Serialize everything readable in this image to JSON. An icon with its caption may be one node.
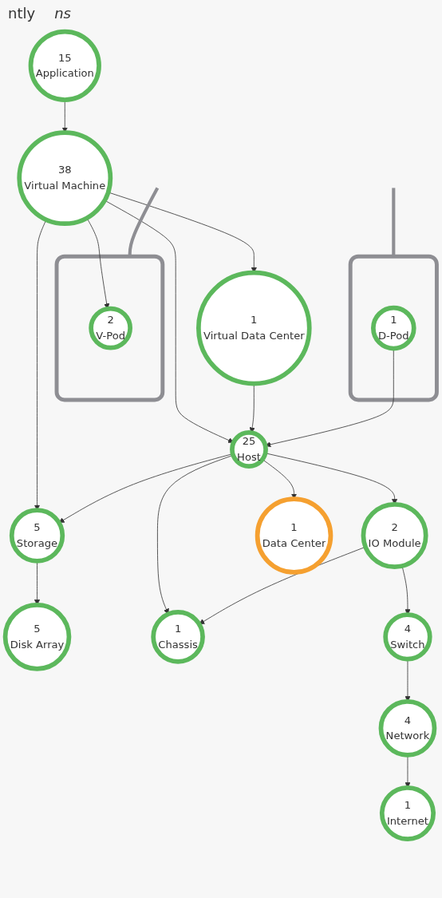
{
  "diagram": {
    "nodes": [
      {
        "text": [
          "15",
          "Application"
        ]
      },
      {
        "text": [
          "38",
          "Virtual Machine"
        ]
      },
      {
        "text": [],
        "shape": "box"
      },
      {
        "text": [
          "2",
          "V-Pod"
        ],
        "in": 2
      },
      {
        "text": [
          "1",
          "Virtual Data Center"
        ]
      },
      {
        "text": [],
        "shape": "box"
      },
      {
        "text": [
          "1",
          "D-Pod"
        ],
        "in": 5
      },
      {
        "text": [
          "5",
          "Storage"
        ]
      },
      {
        "text": [
          "25",
          "Host"
        ]
      },
      {
        "text": [
          "2",
          "IO Module"
        ]
      },
      {
        "text": [
          "5",
          "Disk Array"
        ]
      },
      {
        "text": [
          "1",
          "Chassis"
        ]
      },
      {
        "text": [
          "4",
          "Switch"
        ]
      },
      {
        "text": [
          "1",
          "Data Center"
        ]
      },
      {
        "text": [
          "4",
          "Network"
        ]
      },
      {
        "text": [
          "1",
          "Internet"
        ]
      }
    ],
    "edges": [
      {
        "from": 0,
        "to": 1,
        "arrow": "to"
      },
      {
        "from": 1,
        "to": 3,
        "arrow": "to"
      },
      {
        "from": 1,
        "to": 7,
        "arrow": "to"
      },
      {
        "from": 1,
        "to": 4,
        "arrow": "to"
      },
      {
        "from": 1,
        "to": 8,
        "arrow": "to"
      },
      {
        "from": 4,
        "to": 8,
        "arrow": "to"
      },
      {
        "from": 6,
        "to": 8,
        "arrow": "to"
      },
      {
        "from": 8,
        "to": 7,
        "arrow": "to"
      },
      {
        "from": 8,
        "to": 9,
        "arrow": "to"
      },
      {
        "from": 8,
        "to": 11,
        "arrow": "to"
      },
      {
        "from": 8,
        "to": 13,
        "arrow": "to"
      },
      {
        "from": 9,
        "to": 11,
        "arrow": "to"
      },
      {
        "from": 9,
        "to": 12,
        "arrow": "to"
      },
      {
        "from": 7,
        "to": 10,
        "arrow": "to"
      },
      {
        "from": 12,
        "to": 14,
        "arrow": "to"
      },
      {
        "from": 14,
        "to": 15,
        "arrow": "to"
      },
      {
        "from": null,
        "to": 2,
        "arrow": "none",
        "style": "thick",
        "color": "#8e8e93"
      },
      {
        "from": null,
        "to": 5,
        "arrow": "none",
        "style": "thick",
        "color": "#8e8e93"
      }
    ],
    "labels": [
      "ntly",
      "ns"
    ]
  }
}
